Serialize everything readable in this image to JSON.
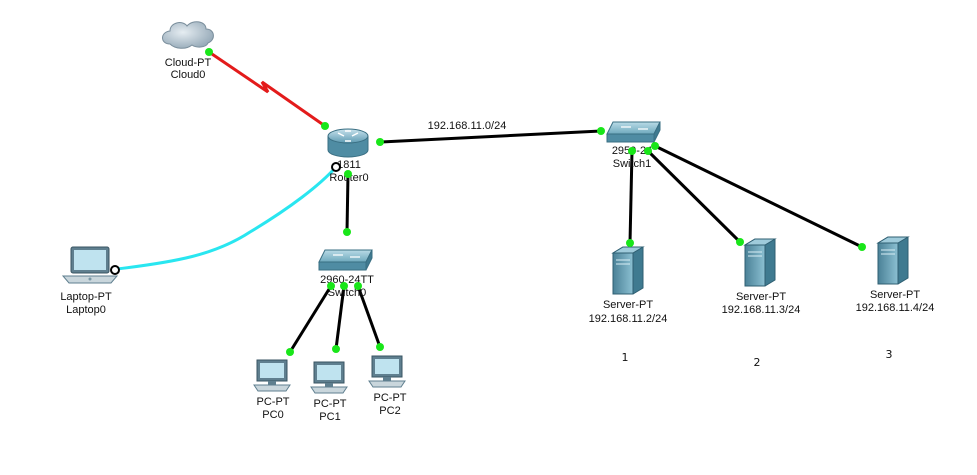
{
  "colors": {
    "serial_link": "#e31b1b",
    "console_link": "#29e6f0",
    "ethernet_link": "#000000",
    "port_up": "#19e619",
    "annotation": "#e0202a"
  },
  "devices": {
    "cloud0": {
      "type": "Cloud-PT",
      "name": "Cloud0",
      "icon": "cloud-icon"
    },
    "router0": {
      "type": "1811",
      "name": "Router0",
      "icon": "router-icon"
    },
    "switch0": {
      "type": "2960-24TT",
      "name": "Switch0",
      "icon": "switch-icon"
    },
    "switch1": {
      "type": "2950-24",
      "name": "Switch1",
      "icon": "switch-icon"
    },
    "laptop0": {
      "type": "Laptop-PT",
      "name": "Laptop0",
      "icon": "laptop-icon"
    },
    "pc0": {
      "type": "PC-PT",
      "name": "PC0",
      "icon": "pc-icon"
    },
    "pc1": {
      "type": "PC-PT",
      "name": "PC1",
      "icon": "pc-icon"
    },
    "pc2": {
      "type": "PC-PT",
      "name": "PC2",
      "icon": "pc-icon"
    },
    "server1": {
      "type": "Server-PT",
      "ip": "192.168.11.2/24",
      "icon": "server-icon"
    },
    "server2": {
      "type": "Server-PT",
      "ip": "192.168.11.3/24",
      "icon": "server-icon"
    },
    "server3": {
      "type": "Server-PT",
      "ip": "192.168.11.4/24",
      "icon": "server-icon"
    }
  },
  "links": {
    "router_switch1_label": "192.168.11.0/24"
  },
  "annotations": [
    "1",
    "2",
    "3"
  ]
}
